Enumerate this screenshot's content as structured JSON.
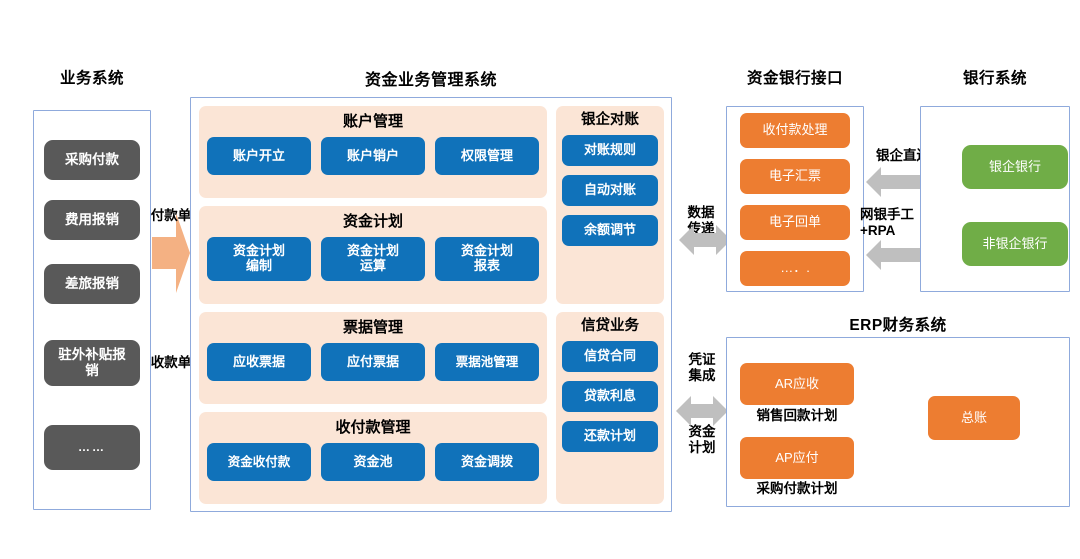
{
  "sections": {
    "business": {
      "title": "业务系统",
      "items": [
        {
          "label": "采购付款"
        },
        {
          "label": "费用报销"
        },
        {
          "label": "差旅报销"
        },
        {
          "label": "驻外补贴报销"
        },
        {
          "label": "……"
        }
      ]
    },
    "treasury": {
      "title": "资金业务管理系统",
      "groups": [
        {
          "name": "账户管理",
          "items": [
            "账户开立",
            "账户销户",
            "权限管理"
          ]
        },
        {
          "name": "资金计划",
          "items": [
            "资金计划编制",
            "资金计划运算",
            "资金计划报表"
          ]
        },
        {
          "name": "票据管理",
          "items": [
            "应收票据",
            "应付票据",
            "票据池管理"
          ]
        },
        {
          "name": "收付款管理",
          "items": [
            "资金收付款",
            "资金池",
            "资金调拨"
          ]
        }
      ],
      "side_groups": [
        {
          "name": "银企对账",
          "items": [
            "对账规则",
            "自动对账",
            "余额调节"
          ]
        },
        {
          "name": "信贷业务",
          "items": [
            "信贷合同",
            "贷款利息",
            "还款计划"
          ]
        }
      ]
    },
    "bank_interface": {
      "title": "资金银行接口",
      "items": [
        "收付款处理",
        "电子汇票",
        "电子回单",
        "…．."
      ]
    },
    "bank_system": {
      "title": "银行系统",
      "items": [
        "银企银行",
        "非银企银行"
      ]
    },
    "erp": {
      "title": "ERP财务系统",
      "items": [
        "AR应收",
        "AP应付",
        "总账"
      ],
      "captions": [
        "销售回款计划",
        "采购付款计划"
      ]
    }
  },
  "connectors": {
    "payment_order": "付款单",
    "receipt_order": "收款单",
    "data_transfer": "数据\n传递",
    "bank_direct": "银企直连",
    "ebank_manual": "网银手工\n+RPA",
    "voucher_integration": "凭证\n集成",
    "fund_plan": "资金\n计划"
  },
  "colors": {
    "blue": "#1072BA",
    "orange": "#ED7D31",
    "green": "#70AD47",
    "grey": "#595959",
    "peach": "#FBE5D6",
    "frame": "#8FAADC",
    "arrow_grey": "#BFBFBF",
    "arrow_peach": "#F4B183"
  }
}
